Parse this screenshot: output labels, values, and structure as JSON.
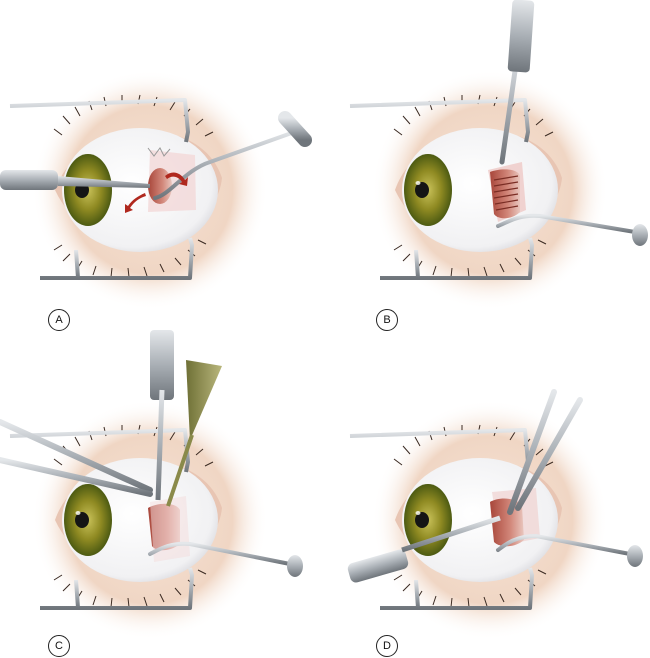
{
  "figure": {
    "panels": [
      {
        "label": "A",
        "step": "hook-under-muscle"
      },
      {
        "label": "B",
        "step": "muscle-clamped-and-sutured"
      },
      {
        "label": "C",
        "step": "muscle-detached-with-scissors"
      },
      {
        "label": "D",
        "step": "muscle-reattached-to-sclera"
      }
    ],
    "colors": {
      "skin": "#f2dccd",
      "sclera": "#fbfbfb",
      "iris": "#8a8a1e",
      "pupil": "#151515",
      "muscle": "#c4786a",
      "instrument": "#9aa0a6",
      "arrow": "#b0281e"
    },
    "icons": [
      "speculum-icon",
      "muscle-hook-icon",
      "forceps-icon",
      "scissors-icon",
      "needle-holder-icon",
      "arrow-icon"
    ]
  }
}
